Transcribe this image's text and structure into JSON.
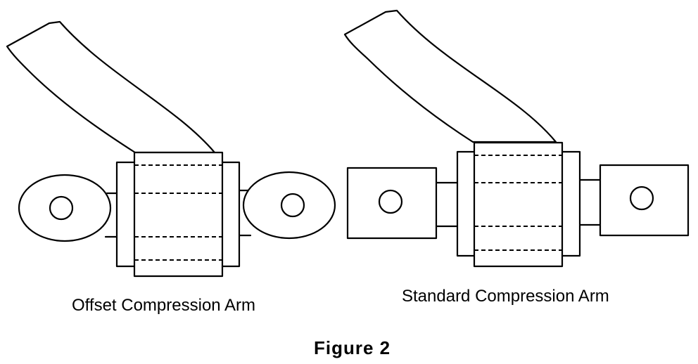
{
  "captions": {
    "offset": "Offset Compression Arm",
    "standard": "Standard Compression Arm"
  },
  "figure_label": "Figure 2"
}
